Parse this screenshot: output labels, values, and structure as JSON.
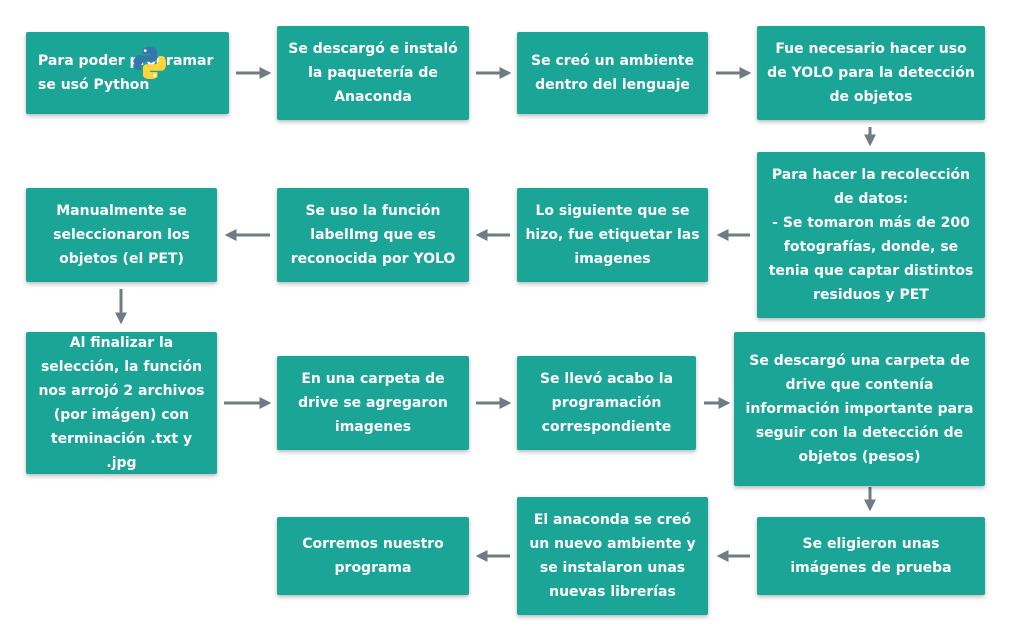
{
  "colors": {
    "box": "#1ba596",
    "text": "#ffffff",
    "arrow": "#6f7c85"
  },
  "icons": {
    "python": "python-logo-icon"
  },
  "steps": [
    {
      "text": "Para poder programar\nse usó Python"
    },
    {
      "text": "Se descargó e instaló\nla paquetería de\nAnaconda"
    },
    {
      "text": "Se creó un ambiente\ndentro del lenguaje"
    },
    {
      "text": "Fue necesario hacer uso\nde YOLO para la detección\nde objetos"
    },
    {
      "text": "Para hacer la recolección\nde datos:\n- Se tomaron más de 200\nfotografías, donde, se\ntenia que captar distintos\nresiduos y PET"
    },
    {
      "text": "Lo siguiente que se\nhizo, fue etiquetar las\nimagenes"
    },
    {
      "text": "Se uso la función\nlabelImg que es\nreconocida por YOLO"
    },
    {
      "text": "Manualmente se\nseleccionaron los\nobjetos (el PET)"
    },
    {
      "text": "Al finalizar la\nselección, la función\nnos arrojó 2 archivos\n(por imágen) con\nterminación .txt y .jpg"
    },
    {
      "text": "En una carpeta de\ndrive se agregaron\nimagenes"
    },
    {
      "text": "Se llevó acabo la\nprogramación\ncorrespondiente"
    },
    {
      "text": "Se descargó una carpeta de\ndrive que contenía\ninformación importante para\nseguir con la detección de\nobjetos (pesos)"
    },
    {
      "text": "Se eligieron unas\nimágenes de prueba"
    },
    {
      "text": "El anaconda se creó\nun nuevo ambiente y\nse instalaron unas\nnuevas librerías"
    },
    {
      "text": "Corremos nuestro\nprograma"
    }
  ]
}
